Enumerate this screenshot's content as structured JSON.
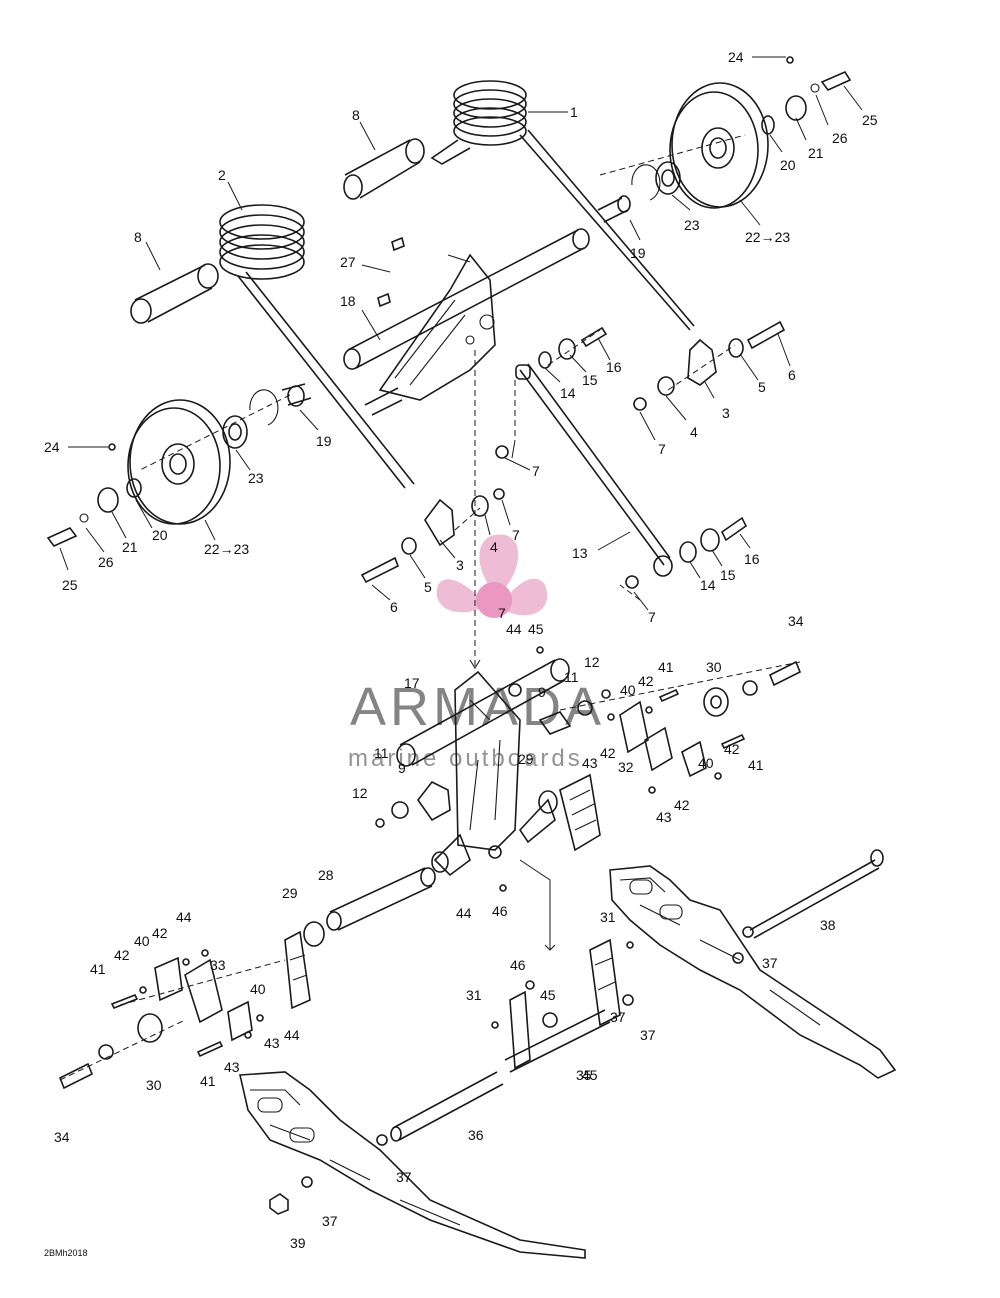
{
  "drawing_code": "2BMh2018",
  "watermark": {
    "brand": "ARMADA",
    "tagline": "marine outboards",
    "colors": {
      "brand": "#777777",
      "tagline": "#888888",
      "logo": "#e7a3c4",
      "logo_hub": "#e88dbb"
    }
  },
  "callouts": [
    "1",
    "2",
    "3",
    "3",
    "4",
    "4",
    "5",
    "5",
    "6",
    "6",
    "7",
    "7",
    "7",
    "7",
    "7",
    "8",
    "8",
    "9",
    "9",
    "11",
    "11",
    "12",
    "12",
    "13",
    "14",
    "14",
    "15",
    "15",
    "16",
    "16",
    "17",
    "18",
    "19",
    "19",
    "20",
    "20",
    "21",
    "21",
    "22→23",
    "22→23",
    "23",
    "23",
    "24",
    "24",
    "25",
    "25",
    "26",
    "26",
    "27",
    "28",
    "29",
    "29",
    "30",
    "30",
    "31",
    "31",
    "32",
    "33",
    "34",
    "34",
    "35",
    "36",
    "37",
    "37",
    "37",
    "37",
    "37",
    "38",
    "39",
    "40",
    "40",
    "40",
    "40",
    "41",
    "41",
    "41",
    "41",
    "42",
    "42",
    "42",
    "42",
    "42",
    "42",
    "43",
    "43",
    "43",
    "43",
    "44",
    "44",
    "44",
    "44",
    "45",
    "45",
    "45",
    "46",
    "46"
  ]
}
